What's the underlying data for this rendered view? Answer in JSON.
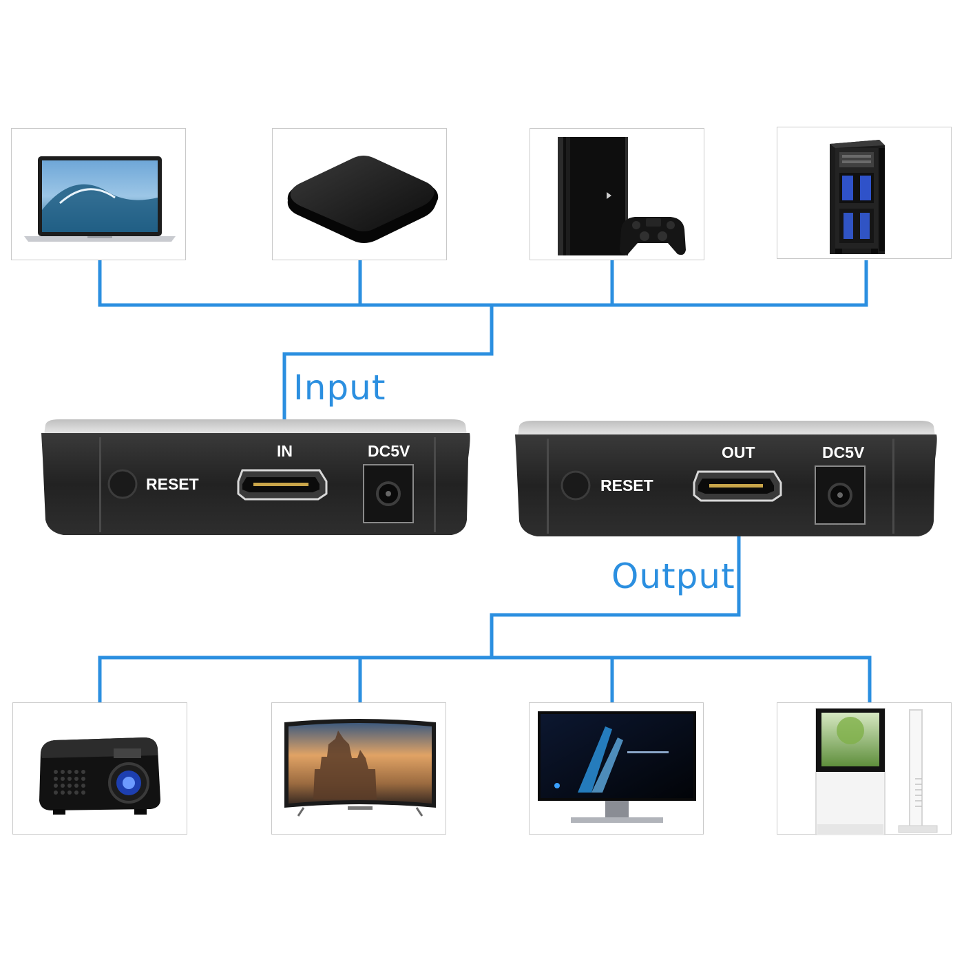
{
  "labels": {
    "input": "Input",
    "output": "Output"
  },
  "transmitter": {
    "reset": "RESET",
    "port": "IN",
    "power": "DC5V"
  },
  "receiver": {
    "reset": "RESET",
    "port": "OUT",
    "power": "DC5V"
  },
  "colors": {
    "line": "#2b8fe0",
    "device_body": "#2a2a2a",
    "box_border": "#c9c9c9"
  },
  "source_devices": [
    "laptop-icon",
    "tv-box-icon",
    "game-console-icon",
    "desktop-pc-icon"
  ],
  "display_devices": [
    "projector-icon",
    "curved-tv-icon",
    "monitor-icon",
    "kiosk-display-icon"
  ]
}
